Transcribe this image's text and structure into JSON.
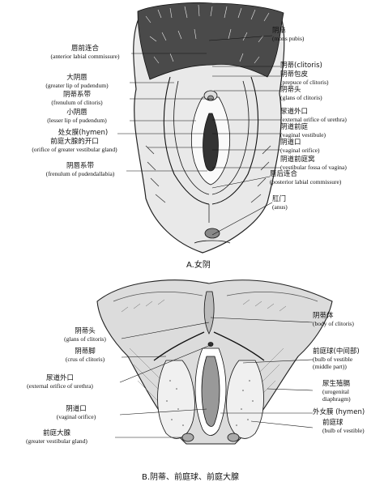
{
  "panel_a": {
    "caption": "A.女阴",
    "labels": [
      {
        "zh": "阴阜",
        "en": "(mons pubis)"
      },
      {
        "zh": "唇前连合",
        "en": "(anterior labial commissure)"
      },
      {
        "zh": "阴蒂(clitoris)",
        "en": ""
      },
      {
        "zh": "阴蒂包皮",
        "en": "(prepuce of clitoris)"
      },
      {
        "zh": "大阴唇",
        "en": "(greater lip of pudendum)"
      },
      {
        "zh": "阴蒂头",
        "en": "(glans of clitoris)"
      },
      {
        "zh": "阴蒂系带",
        "en": "(frenulum of clitoris)"
      },
      {
        "zh": "小阴唇",
        "en": "(lesser lip of pudendum)"
      },
      {
        "zh": "尿道外口",
        "en": "(external orifice of urethra)"
      },
      {
        "zh": "阴道前庭",
        "en": "(vaginal vestibule)"
      },
      {
        "zh": "处女膜(hymen)",
        "en": ""
      },
      {
        "zh": "前庭大腺的开口",
        "en": "(orifice of greater vestibular gland)"
      },
      {
        "zh": "阴道口",
        "en": "(vaginal orifice)"
      },
      {
        "zh": "阴道前庭窝",
        "en": "(vestibular fossa of vagina)"
      },
      {
        "zh": "阴唇系带",
        "en": "(frenulum of pudendallabia)"
      },
      {
        "zh": "唇后连合",
        "en": "(posterior labial commissure)"
      },
      {
        "zh": "肛门",
        "en": "(anus)"
      }
    ]
  },
  "panel_b": {
    "caption": "B.阴蒂、前庭球、前庭大腺",
    "labels": [
      {
        "zh": "阴蒂体",
        "en": "(body of clitoris)"
      },
      {
        "zh": "阴蒂头",
        "en": "(glans of clitoris)"
      },
      {
        "zh": "阴蒂脚",
        "en": "(crus of clitoris)"
      },
      {
        "zh": "前庭球(中间部)",
        "en": "(bulb of vestible",
        "en2": "(middle part))"
      },
      {
        "zh": "尿道外口",
        "en": "(external orifice of urethra)"
      },
      {
        "zh": "尿生殖膈",
        "en": "(urogenital",
        "en2": "diaphragm)"
      },
      {
        "zh": "阴道口",
        "en": "(vaginal orifice)"
      },
      {
        "zh": "外女膜 (hymen)",
        "en": ""
      },
      {
        "zh": "前庭大腺",
        "en": "(greater vestibular gland)"
      },
      {
        "zh": "前庭球",
        "en": "(bulb of vestible)"
      }
    ]
  }
}
